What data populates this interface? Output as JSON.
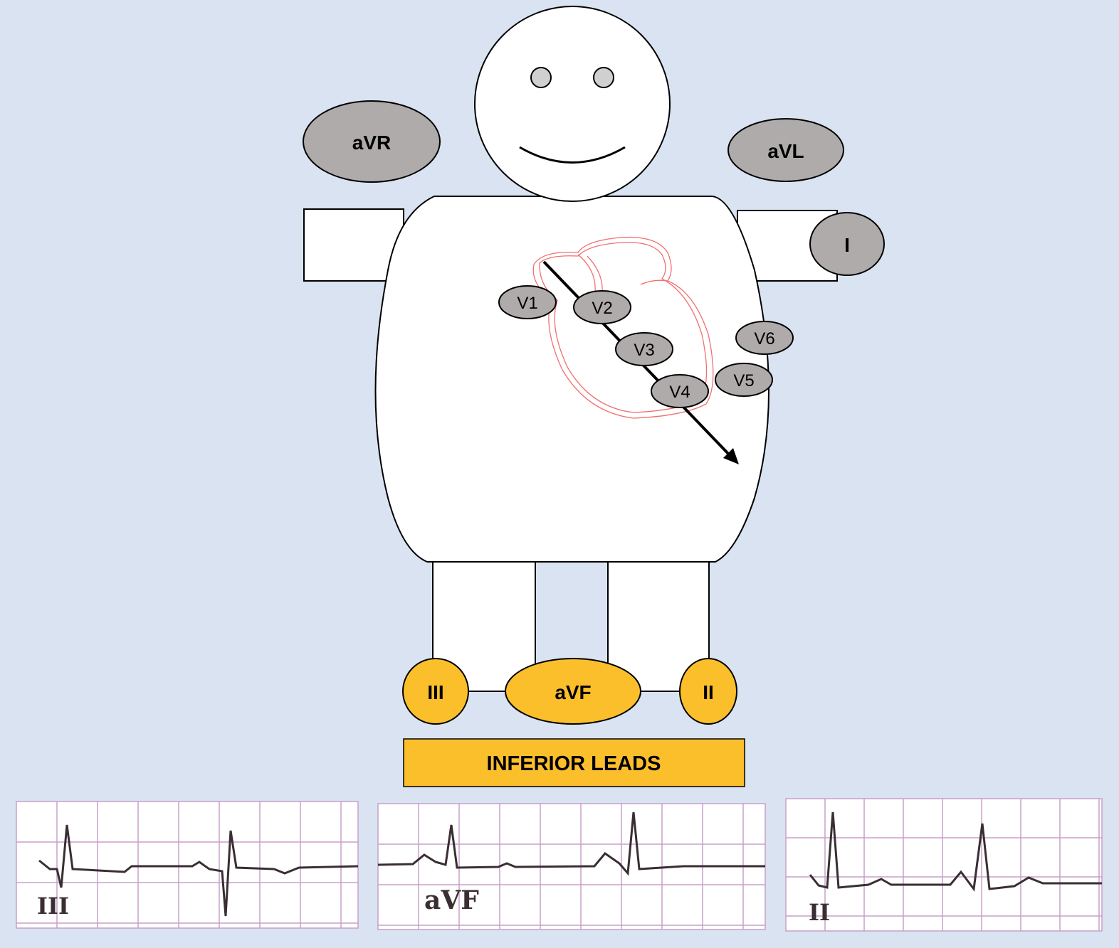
{
  "colors": {
    "background": "#d9e3f1",
    "lead_gray": "#aeabaa",
    "inferior_yellow": "#fcbf2c",
    "heart_outline": "#f07070",
    "ecg_grid": "#c9a0c8",
    "ecg_trace": "#3a2e33"
  },
  "limb_leads": {
    "avr": "aVR",
    "avl": "aVL",
    "i": "I"
  },
  "precordial_leads": {
    "v1": "V1",
    "v2": "V2",
    "v3": "V3",
    "v4": "V4",
    "v5": "V5",
    "v6": "V6"
  },
  "inferior_leads": {
    "iii": "III",
    "avf": "aVF",
    "ii": "II"
  },
  "banner": {
    "label": "INFERIOR LEADS"
  },
  "ecg_strips": [
    {
      "label": "III"
    },
    {
      "label": "aVF"
    },
    {
      "label": "II"
    }
  ]
}
